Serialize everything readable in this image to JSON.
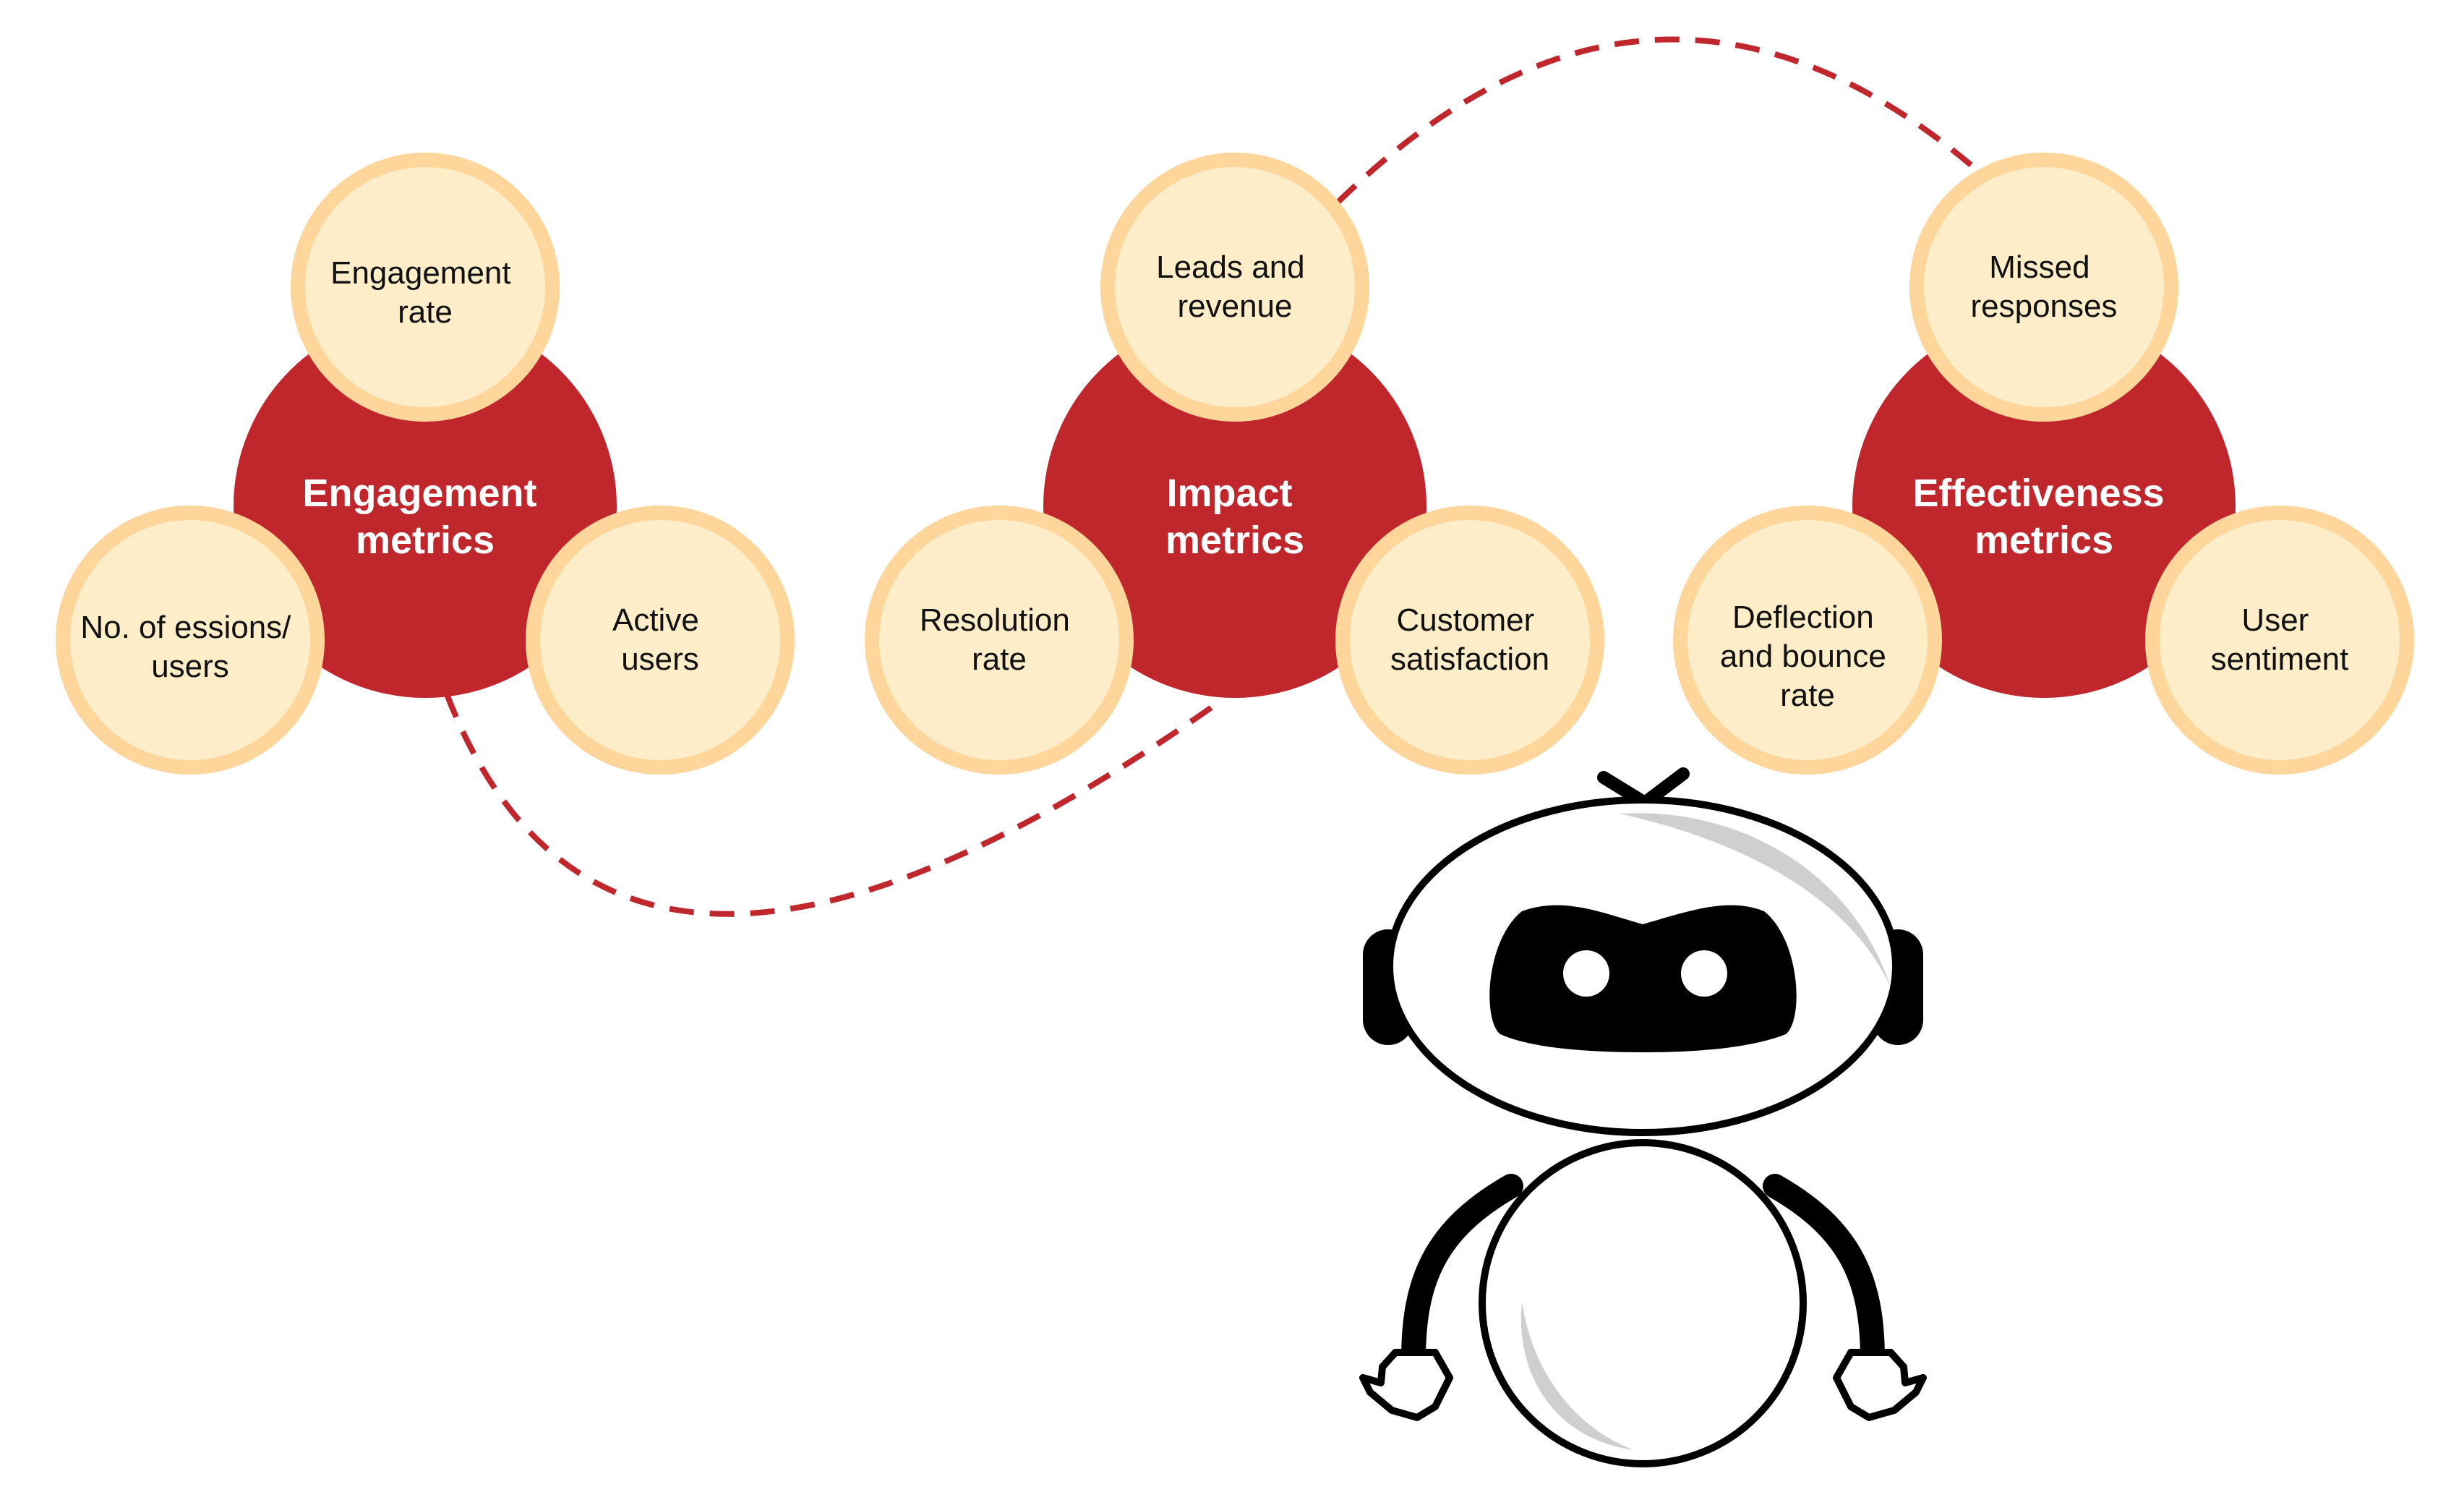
{
  "colors": {
    "core": "#c0272d",
    "petal_fill": "#fdedc8",
    "petal_ring": "#fed59b",
    "connector": "#c0272d",
    "robot_outline": "#000000",
    "robot_shine": "#cfcfcf"
  },
  "clusters": [
    {
      "core": {
        "line1": "Engagement",
        "line2": "metrics"
      },
      "top": {
        "line1": "Engagement",
        "line2": "rate",
        "line3": ""
      },
      "left": {
        "line1": "No. of essions/",
        "line2": "users",
        "line3": ""
      },
      "right": {
        "line1": "Active",
        "line2": "users",
        "line3": ""
      }
    },
    {
      "core": {
        "line1": "Impact",
        "line2": "metrics"
      },
      "top": {
        "line1": "Leads and",
        "line2": "revenue",
        "line3": ""
      },
      "left": {
        "line1": "Resolution",
        "line2": "rate",
        "line3": ""
      },
      "right": {
        "line1": "Customer",
        "line2": "satisfaction",
        "line3": ""
      }
    },
    {
      "core": {
        "line1": "Effectiveness",
        "line2": "metrics"
      },
      "top": {
        "line1": "Missed",
        "line2": "responses",
        "line3": ""
      },
      "left": {
        "line1": "Deflection",
        "line2": "and bounce",
        "line3": "rate"
      },
      "right": {
        "line1": "User",
        "line2": "sentiment",
        "line3": ""
      }
    }
  ],
  "icons": {
    "robot": "robot-mascot-icon"
  }
}
